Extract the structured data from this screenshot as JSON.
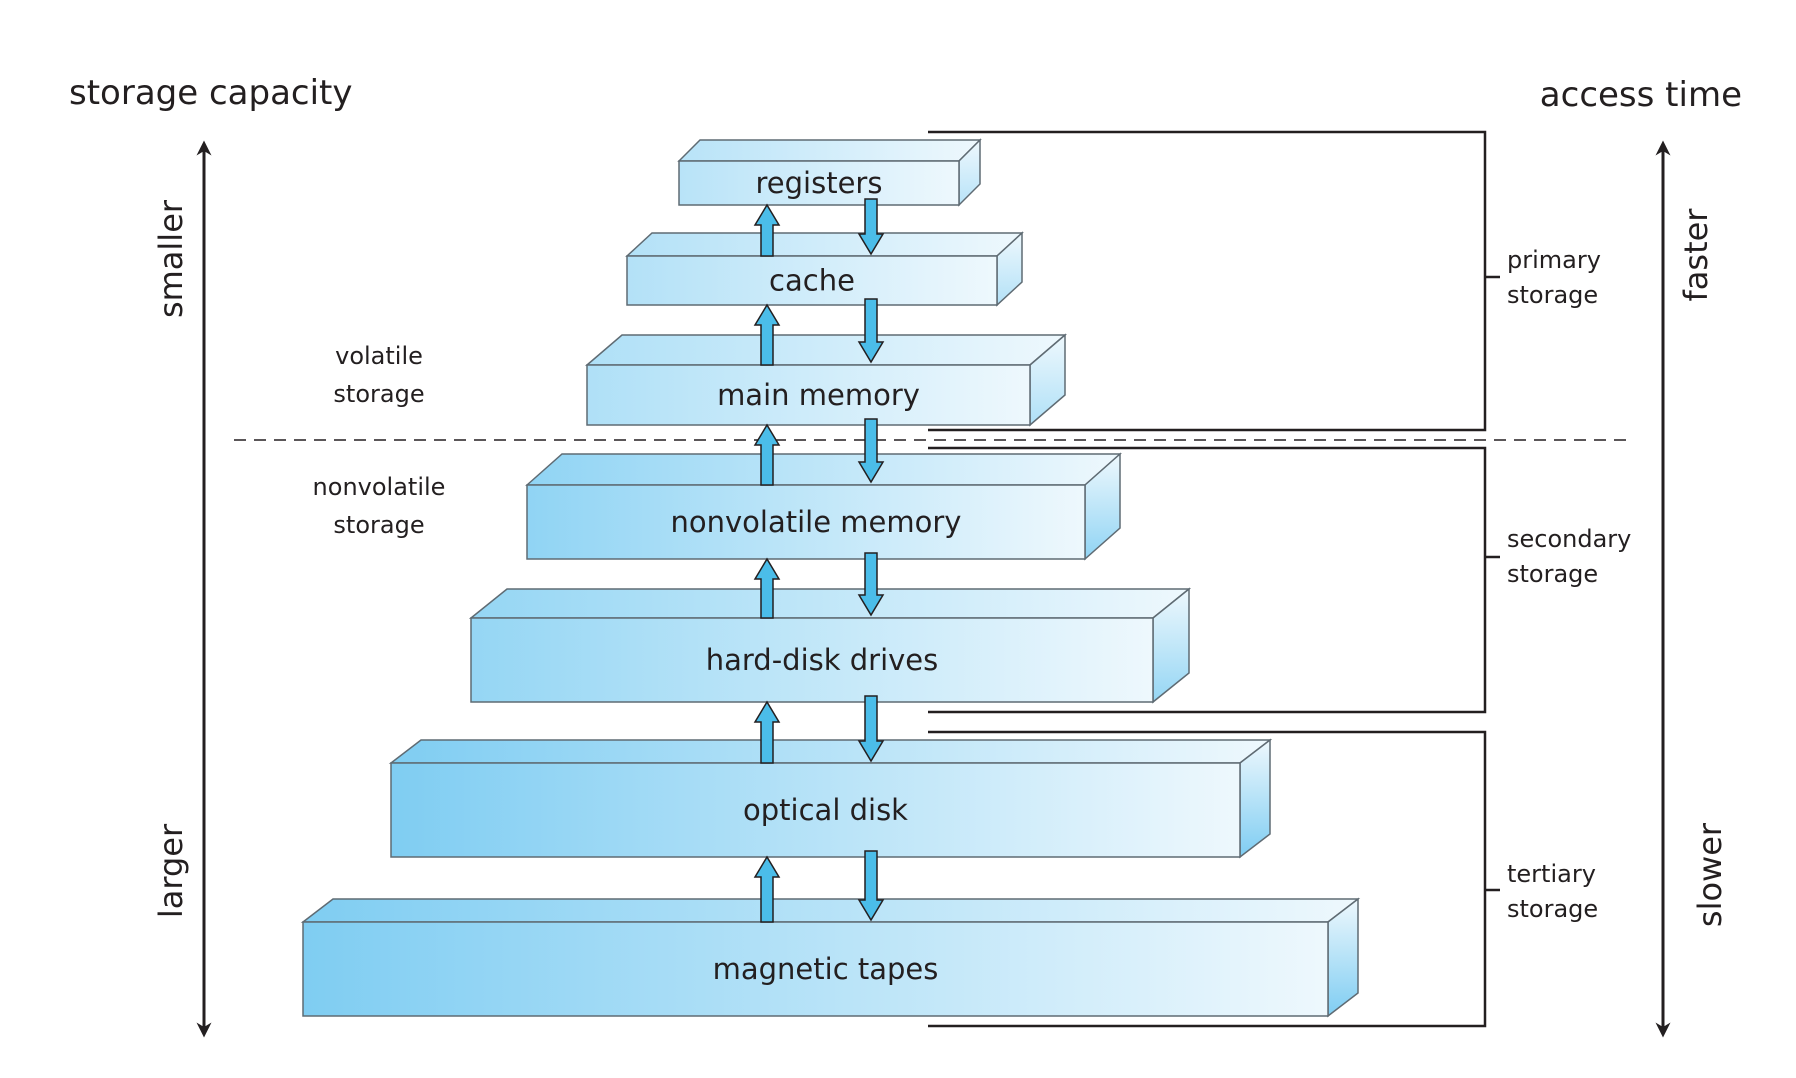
{
  "left_axis": {
    "title": "storage capacity",
    "top_label": "smaller",
    "bottom_label": "larger"
  },
  "right_axis": {
    "title": "access time",
    "top_label": "faster",
    "bottom_label": "slower"
  },
  "levels": [
    {
      "label": "registers"
    },
    {
      "label": "cache"
    },
    {
      "label": "main memory"
    },
    {
      "label": "nonvolatile memory"
    },
    {
      "label": "hard-disk drives"
    },
    {
      "label": "optical disk"
    },
    {
      "label": "magnetic tapes"
    }
  ],
  "volatility": {
    "volatile": [
      "volatile",
      "storage"
    ],
    "nonvolatile": [
      "nonvolatile",
      "storage"
    ]
  },
  "groups": {
    "primary": [
      "primary",
      "storage"
    ],
    "secondary": [
      "secondary",
      "storage"
    ],
    "tertiary": [
      "tertiary",
      "storage"
    ]
  },
  "colors": {
    "arrow": "#4bbde9",
    "box_dark": "#7fcdf2",
    "box_light": "#eef8fd",
    "line": "#231f20"
  }
}
